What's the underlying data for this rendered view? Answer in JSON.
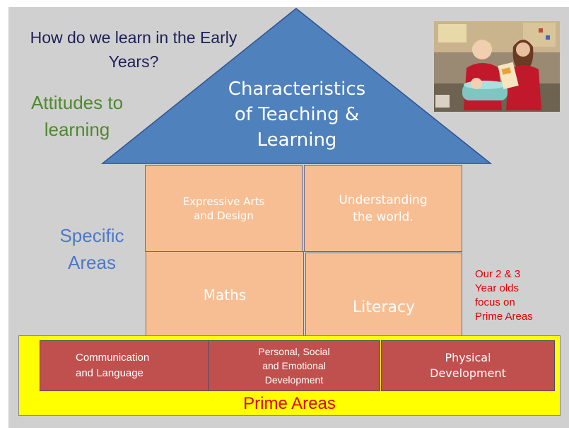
{
  "heading": {
    "question": "How do we learn in the Early Years?"
  },
  "side_labels": {
    "attitudes": "Attitudes to learning",
    "specific": "Specific Areas"
  },
  "roof": {
    "title": "Characteristics\nof Teaching &\nLearning",
    "color": "#4f81bd"
  },
  "specific_areas": [
    "Expressive Arts\nand Design",
    "Understanding\nthe world.",
    "Maths",
    "Literacy"
  ],
  "note": "Our 2 & 3\nYear olds\nfocus on\nPrime Areas",
  "prime": {
    "label": "Prime Areas",
    "areas": [
      "Communication\nand Language",
      "Personal, Social\nand Emotional\nDevelopment",
      "Physical\nDevelopment"
    ]
  },
  "colors": {
    "background": "#d0d0d0",
    "specific_box": "#f8be93",
    "prime_box": "#c0504d",
    "prime_base": "#ffff00",
    "prime_text": "#e00000",
    "attitudes_text": "#4e8a2e",
    "specific_text": "#4d79c8"
  },
  "photo": {
    "icon": "children-classroom-photo"
  }
}
